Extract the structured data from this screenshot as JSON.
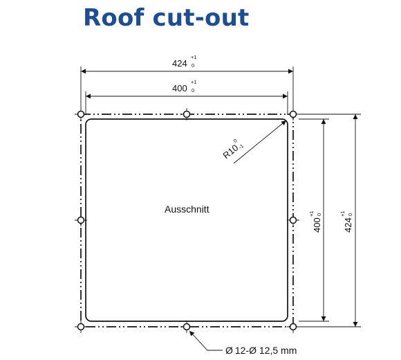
{
  "title": "Roof cut-out",
  "cutout_label": "Ausschnitt",
  "dimensions": {
    "outer_width": {
      "value": "424",
      "tol_upper": "+1",
      "tol_lower": "0"
    },
    "inner_width": {
      "value": "400",
      "tol_upper": "+1",
      "tol_lower": "0"
    },
    "inner_height": {
      "value": "400",
      "tol_upper": "+1",
      "tol_lower": "0"
    },
    "outer_height": {
      "value": "424",
      "tol_upper": "+1",
      "tol_lower": "0"
    },
    "radius": {
      "value": "R10",
      "tol_upper": "0",
      "tol_lower": "-1"
    }
  },
  "holes": {
    "count_symbol": "Ø",
    "count_text": "12-",
    "diameter_symbol": "Ø",
    "diameter_text": " 12,5 mm"
  }
}
